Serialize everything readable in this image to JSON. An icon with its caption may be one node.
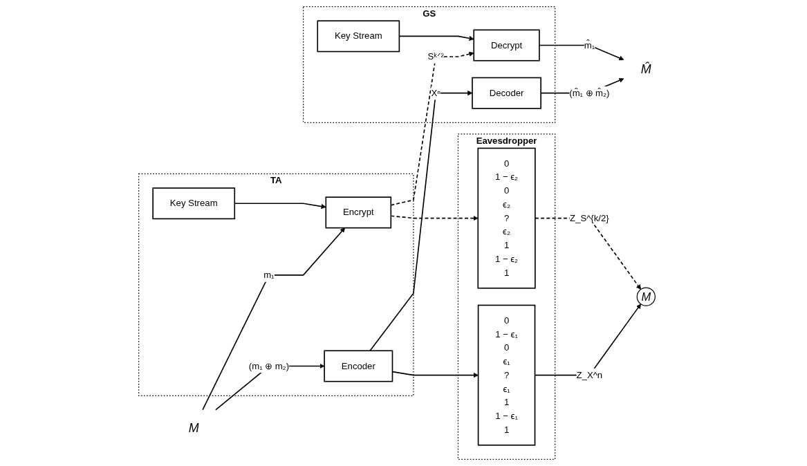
{
  "diagram": {
    "nodes": [
      {
        "text": [
          "TA"
        ]
      },
      {
        "text": [
          "Key Stream"
        ],
        "in": 0
      },
      {
        "text": [
          "Encrypt"
        ],
        "in": 0
      },
      {
        "text": [
          "Encoder"
        ],
        "in": 0
      },
      {
        "text": [
          "GS"
        ]
      },
      {
        "text": [
          "Key Stream"
        ],
        "in": 4
      },
      {
        "text": [
          "Decrypt"
        ],
        "in": 4
      },
      {
        "text": [
          "Decoder"
        ],
        "in": 4
      },
      {
        "text": [
          "Eavesdropper"
        ]
      },
      {
        "text": [
          "0",
          "1 − ϵ₁",
          "0",
          "ϵ₁",
          "?",
          "ϵ₁",
          "1",
          "1 − ϵ₁",
          "1"
        ],
        "in": 8
      },
      {
        "text": [
          "0",
          "1 − ϵ₂",
          "0",
          "ϵ₂",
          "?",
          "ϵ₂",
          "1",
          "1 − ϵ₂",
          "1"
        ],
        "in": 8
      },
      {
        "text": [
          "M"
        ]
      },
      {
        "text": [
          "M̂"
        ]
      },
      {
        "text": [
          "M"
        ]
      }
    ],
    "edges": [
      {
        "from": 11,
        "to": 2,
        "arrow": "to",
        "label": "m₁"
      },
      {
        "from": 11,
        "to": 3,
        "arrow": "to",
        "label": "(m₁ ⊕ m₂)"
      },
      {
        "from": 1,
        "to": 2,
        "arrow": "to"
      },
      {
        "from": 2,
        "to": 6,
        "arrow": "to",
        "label": "Sᵏᐟ²",
        "style": "dashed"
      },
      {
        "from": 2,
        "to": 10,
        "arrow": "to",
        "style": "dashed"
      },
      {
        "from": 3,
        "to": 7,
        "arrow": "to",
        "label": "Xⁿ"
      },
      {
        "from": 3,
        "to": 9,
        "arrow": "to"
      },
      {
        "from": 5,
        "to": 6,
        "arrow": "to"
      },
      {
        "from": 6,
        "to": 12,
        "arrow": "to",
        "label": "m̂₁"
      },
      {
        "from": 7,
        "to": 12,
        "arrow": "to",
        "label": "(m̂₁ ⊕ m̂₂)"
      },
      {
        "from": 9,
        "to": 13,
        "arrow": "to",
        "label": "Z_X^n"
      },
      {
        "from": 10,
        "to": 13,
        "arrow": "to",
        "label": "Z_S^{k/2}",
        "style": "dashed"
      }
    ]
  }
}
